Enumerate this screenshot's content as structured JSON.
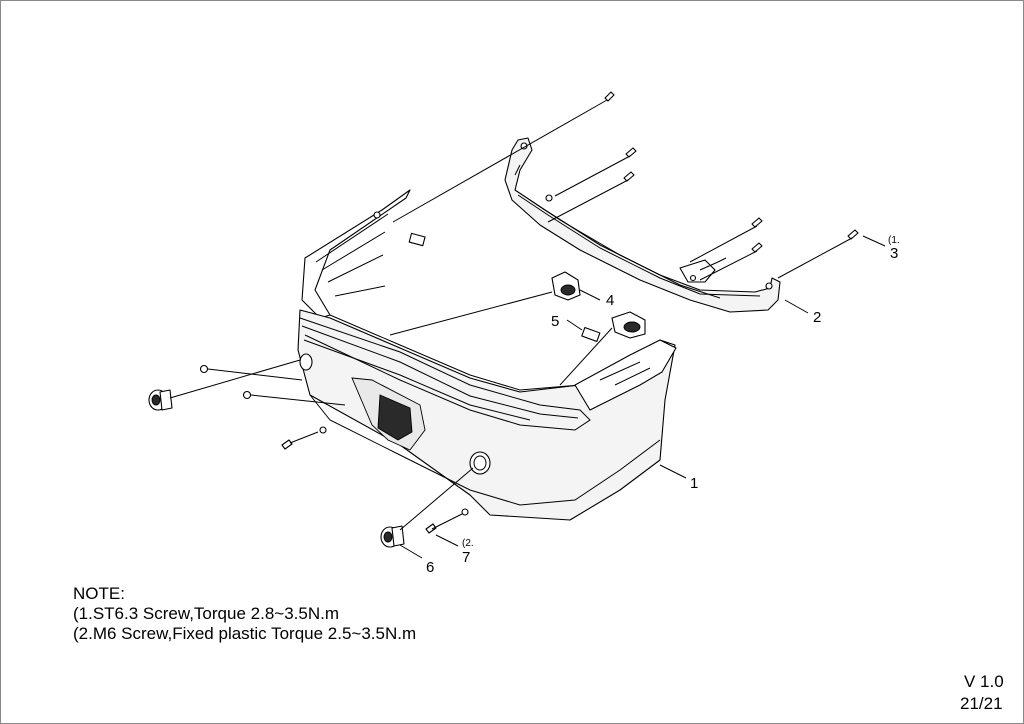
{
  "callouts": {
    "c1": "1",
    "c2": "2",
    "c3": "3",
    "c4": "4",
    "c5": "5",
    "c6": "6",
    "c7": "7",
    "sub1": "(1.",
    "sub2": "(2."
  },
  "notes": {
    "heading": "NOTE:",
    "line1": "(1.ST6.3 Screw,Torque 2.8~3.5N.m",
    "line2": "(2.M6 Screw,Fixed plastic Torque 2.5~3.5N.m"
  },
  "footer": {
    "version": "V 1.0",
    "page": "21/21"
  }
}
